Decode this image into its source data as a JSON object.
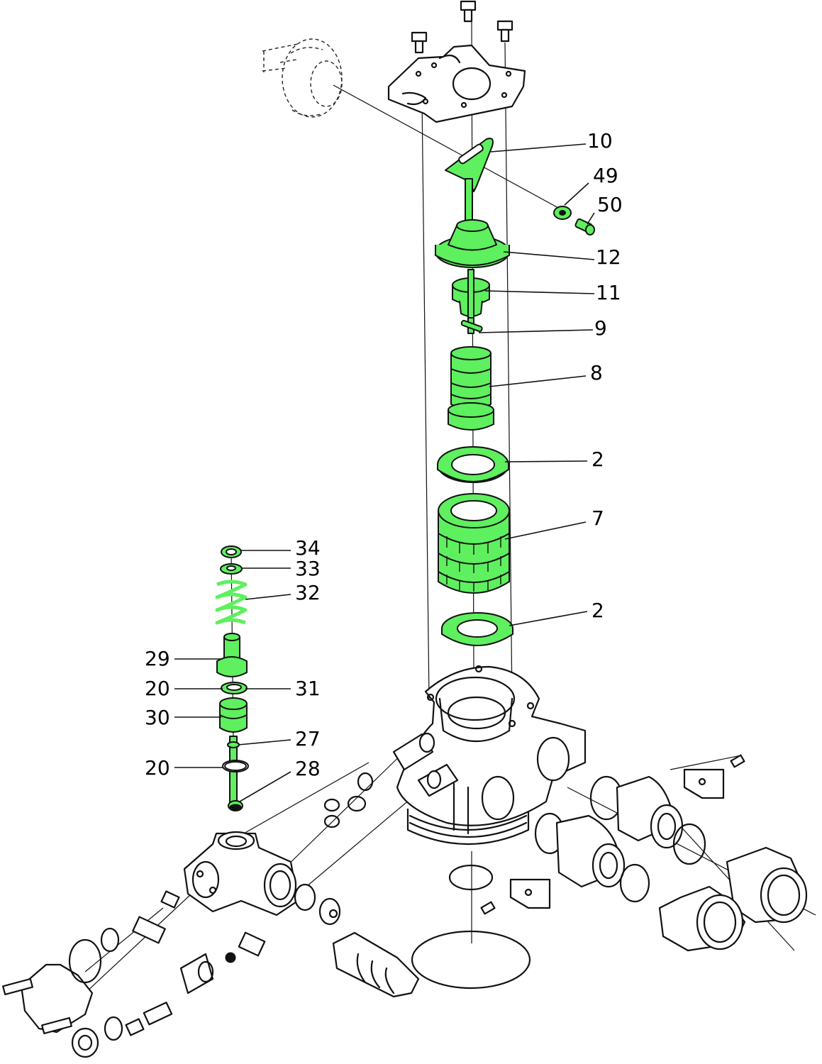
{
  "highlight_color": "#5ef05e",
  "outline_color": "#111111",
  "background_color": "#ffffff",
  "callouts": [
    {
      "id": "c10",
      "text": "10"
    },
    {
      "id": "c49",
      "text": "49"
    },
    {
      "id": "c50",
      "text": "50"
    },
    {
      "id": "c12",
      "text": "12"
    },
    {
      "id": "c11",
      "text": "11"
    },
    {
      "id": "c9",
      "text": "9"
    },
    {
      "id": "c8",
      "text": "8"
    },
    {
      "id": "c2a",
      "text": "2"
    },
    {
      "id": "c7",
      "text": "7"
    },
    {
      "id": "c2b",
      "text": "2"
    },
    {
      "id": "c34",
      "text": "34"
    },
    {
      "id": "c33",
      "text": "33"
    },
    {
      "id": "c32",
      "text": "32"
    },
    {
      "id": "c29",
      "text": "29"
    },
    {
      "id": "c20a",
      "text": "20"
    },
    {
      "id": "c31",
      "text": "31"
    },
    {
      "id": "c30",
      "text": "30"
    },
    {
      "id": "c27",
      "text": "27"
    },
    {
      "id": "c20b",
      "text": "20"
    },
    {
      "id": "c28",
      "text": "28"
    }
  ]
}
